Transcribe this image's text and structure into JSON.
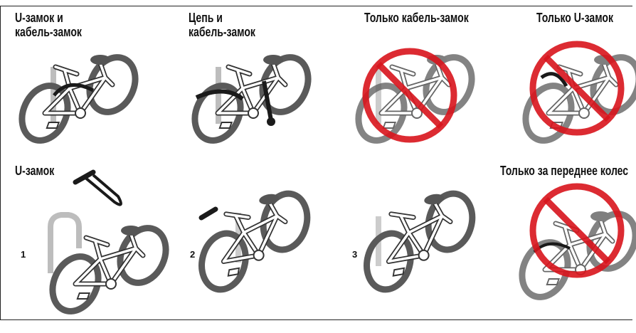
{
  "panels": [
    {
      "title_line1": "U-замок и",
      "title_line2": "кабель-замок",
      "allowed": true
    },
    {
      "title_line1": "Цепь и",
      "title_line2": "кабель-замок",
      "allowed": true
    },
    {
      "title_line1": "Только кабель-замок",
      "allowed": false
    },
    {
      "title_line1": "Только U-замок",
      "allowed": false
    },
    {
      "title_line1": "U-замок",
      "step": "1",
      "allowed": true
    },
    {
      "step": "2",
      "allowed": true
    },
    {
      "step": "3",
      "allowed": true
    },
    {
      "title_line1": "Только за переднее колес",
      "allowed": false
    }
  ],
  "colors": {
    "prohibited": "#d8141c",
    "wheel": "#555555",
    "rack": "#bdbdbd",
    "lock": "#1a1a1a"
  }
}
